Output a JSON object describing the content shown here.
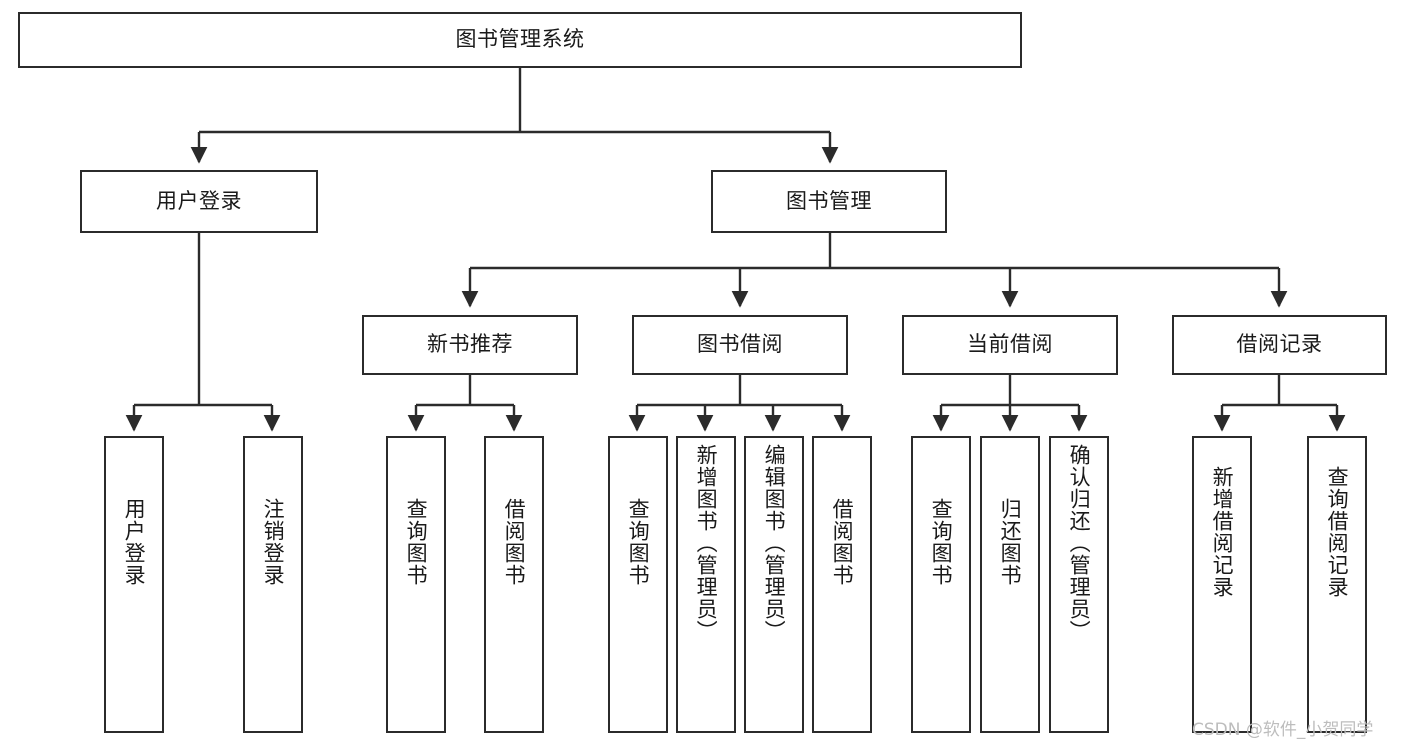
{
  "diagram": {
    "title": "图书管理系统",
    "type": "hierarchy-tree",
    "root": {
      "label": "图书管理系统"
    },
    "level2": [
      {
        "label": "用户登录"
      },
      {
        "label": "图书管理"
      }
    ],
    "level3": [
      {
        "label": "新书推荐"
      },
      {
        "label": "图书借阅"
      },
      {
        "label": "当前借阅"
      },
      {
        "label": "借阅记录"
      }
    ],
    "leaves": {
      "user_login": [
        {
          "label": "用户登录"
        },
        {
          "label": "注销登录"
        }
      ],
      "new_book_recommend": [
        {
          "label": "查询图书"
        },
        {
          "label": "借阅图书"
        }
      ],
      "book_borrow": [
        {
          "label": "查询图书"
        },
        {
          "label": "新增图书（管理员）"
        },
        {
          "label": "编辑图书（管理员）"
        },
        {
          "label": "借阅图书"
        }
      ],
      "current_borrow": [
        {
          "label": "查询图书"
        },
        {
          "label": "归还图书"
        },
        {
          "label": "确认归还（管理员）"
        }
      ],
      "borrow_record": [
        {
          "label": "新增借阅记录"
        },
        {
          "label": "查询借阅记录"
        }
      ]
    }
  },
  "watermark": {
    "text": "CSDN @软件_小贺同学"
  },
  "colors": {
    "stroke": "#2b2b2b",
    "fill": "#ffffff",
    "text": "#1a1a1a",
    "watermark": "#bdbdbd"
  }
}
